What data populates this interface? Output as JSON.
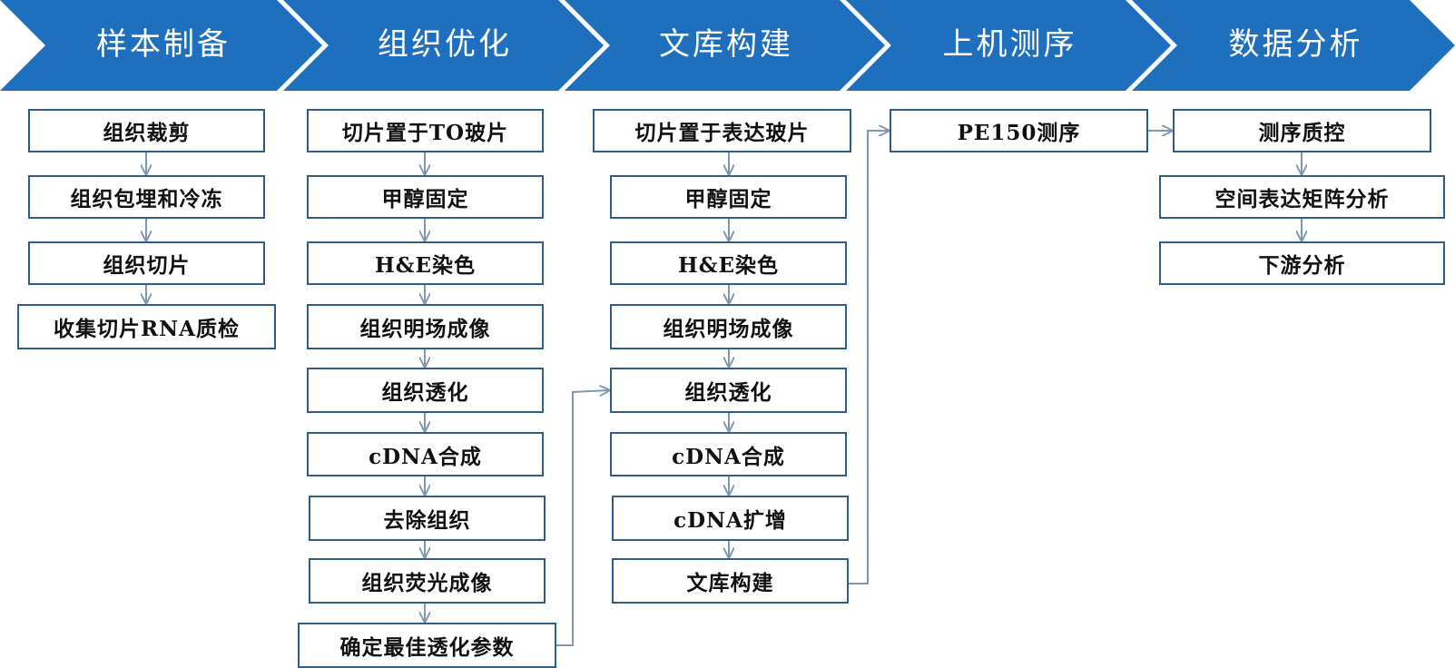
{
  "stages": [
    {
      "title": "样本制备",
      "steps": [
        "组织裁剪",
        "组织包埋和冷冻",
        "组织切片",
        "收集切片RNA质检"
      ]
    },
    {
      "title": "组织优化",
      "steps": [
        "切片置于TO玻片",
        "甲醇固定",
        "H&E染色",
        "组织明场成像",
        "组织透化",
        "cDNA合成",
        "去除组织",
        "组织荧光成像",
        "确定最佳透化参数"
      ]
    },
    {
      "title": "文库构建",
      "steps": [
        "切片置于表达玻片",
        "甲醇固定",
        "H&E染色",
        "组织明场成像",
        "组织透化",
        "cDNA合成",
        "cDNA扩增",
        "文库构建"
      ]
    },
    {
      "title": "上机测序",
      "steps": [
        "PE150测序"
      ]
    },
    {
      "title": "数据分析",
      "steps": [
        "测序质控",
        "空间表达矩阵分析",
        "下游分析"
      ]
    }
  ],
  "colors": {
    "chevron_fill": "#1f6fbf",
    "box_border": "#2f5d8e",
    "arrow": "#7f97b2",
    "text": "#111111"
  }
}
